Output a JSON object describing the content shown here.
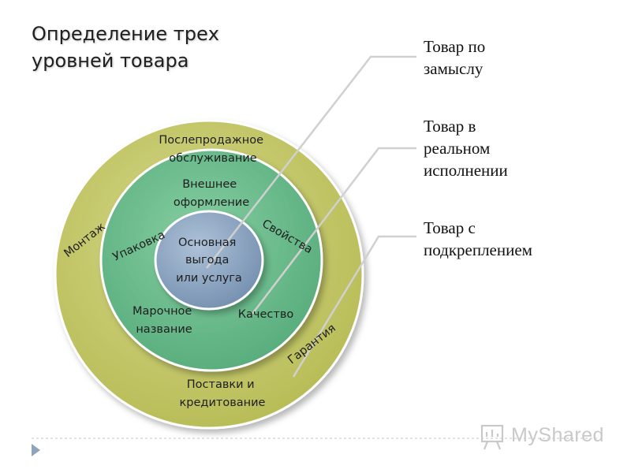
{
  "title": {
    "line1": "Определение трех",
    "line2": "уровней товара"
  },
  "levels": {
    "concept": [
      "Товар по",
      "замыслу"
    ],
    "actual": [
      "Товар в",
      "реальном",
      "исполнении"
    ],
    "augmented": [
      "Товар с",
      "подкреплением"
    ]
  },
  "rings": {
    "outer": {
      "top": [
        "Послепродажное",
        "обслуживание"
      ],
      "left": "Монтаж",
      "right": "Гарантия",
      "bottom": [
        "Поставки и",
        "кредитование"
      ]
    },
    "middle": {
      "top": [
        "Внешнее",
        "оформление"
      ],
      "left": "Упаковка",
      "right": "Свойства",
      "bottom_left": [
        "Марочное",
        "название"
      ],
      "bottom_right": "Качество"
    },
    "core": [
      "Основная",
      "выгода",
      "или услуга"
    ]
  },
  "colors": {
    "outer_ring": "#c7ca6c",
    "middle_ring": "#6fbf8f",
    "core": "#8fa7c2",
    "ring_border": "#ffffff",
    "connector": "#d0d0d0"
  },
  "watermark": {
    "icon": "presentation-board-icon",
    "text": "MyShared"
  }
}
